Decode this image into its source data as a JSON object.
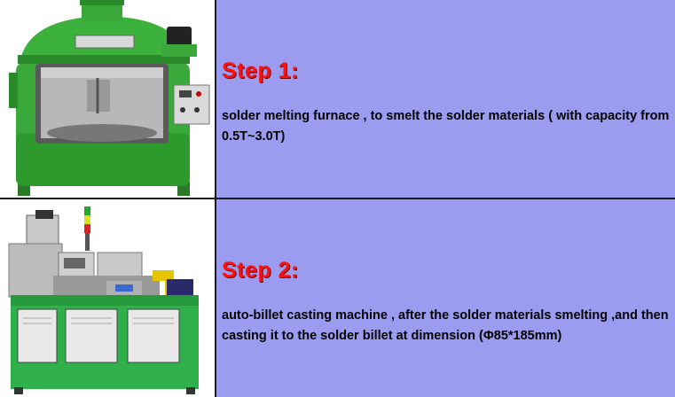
{
  "steps": [
    {
      "title": "Step 1:",
      "description": "solder melting furnace , to smelt the solder materials ( with capacity from 0.5T~3.0T)",
      "image_alt": "green solder melting furnace"
    },
    {
      "title": "Step 2:",
      "description": "auto-billet casting machine , after the solder materials smelting ,and then casting it to the solder billet at dimension (Φ85*185mm)",
      "image_alt": "green auto-billet casting machine"
    }
  ],
  "colors": {
    "text_panel": "#9b9bf0",
    "title": "#ff1010",
    "machine_green": "#3aa83a"
  }
}
